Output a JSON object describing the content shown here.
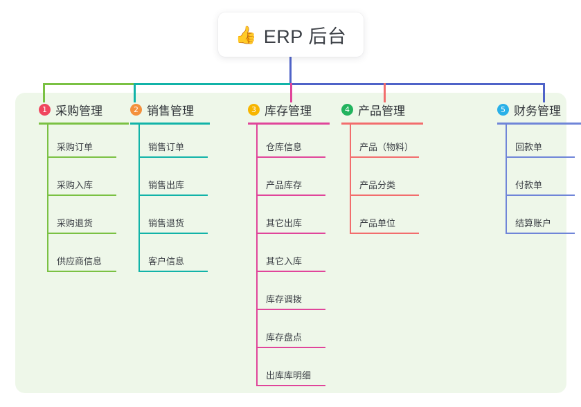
{
  "root": {
    "icon": "thumbs-up-icon",
    "emoji": "👍",
    "title": "ERP 后台"
  },
  "palette": {
    "panel_bg": "#eef7e9",
    "page_bg": "#ffffff",
    "title_text": "#3b3f45",
    "green": "#7ac143",
    "teal": "#11b3a8",
    "pink": "#e0459a",
    "red": "#f26d6d",
    "blue": "#4f63c8",
    "blue_light": "#8fa0e0",
    "badge_1": "#f0465e",
    "badge_2": "#f4903c",
    "badge_3": "#f7b500",
    "badge_4": "#22b35e",
    "badge_5": "#29b0e8"
  },
  "columns": [
    {
      "index": "1",
      "title": "采购管理",
      "badge_color": "#f0465e",
      "line_color": "#7ac143",
      "items": [
        "采购订单",
        "采购入库",
        "采购退货",
        "供应商信息"
      ]
    },
    {
      "index": "2",
      "title": "销售管理",
      "badge_color": "#f4903c",
      "line_color": "#11b3a8",
      "items": [
        "销售订单",
        "销售出库",
        "销售退货",
        "客户信息"
      ]
    },
    {
      "index": "3",
      "title": "库存管理",
      "badge_color": "#f7b500",
      "line_color": "#e0459a",
      "items": [
        "仓库信息",
        "产品库存",
        "其它出库",
        "其它入库",
        "库存调拨",
        "库存盘点",
        "出库库明细"
      ]
    },
    {
      "index": "4",
      "title": "产品管理",
      "badge_color": "#22b35e",
      "line_color": "#f26d6d",
      "items": [
        "产品（物料）",
        "产品分类",
        "产品单位"
      ]
    },
    {
      "index": "5",
      "title": "财务管理",
      "badge_color": "#29b0e8",
      "line_color": "#6f85d8",
      "items": [
        "回款单",
        "付款单",
        "结算账户"
      ]
    }
  ]
}
